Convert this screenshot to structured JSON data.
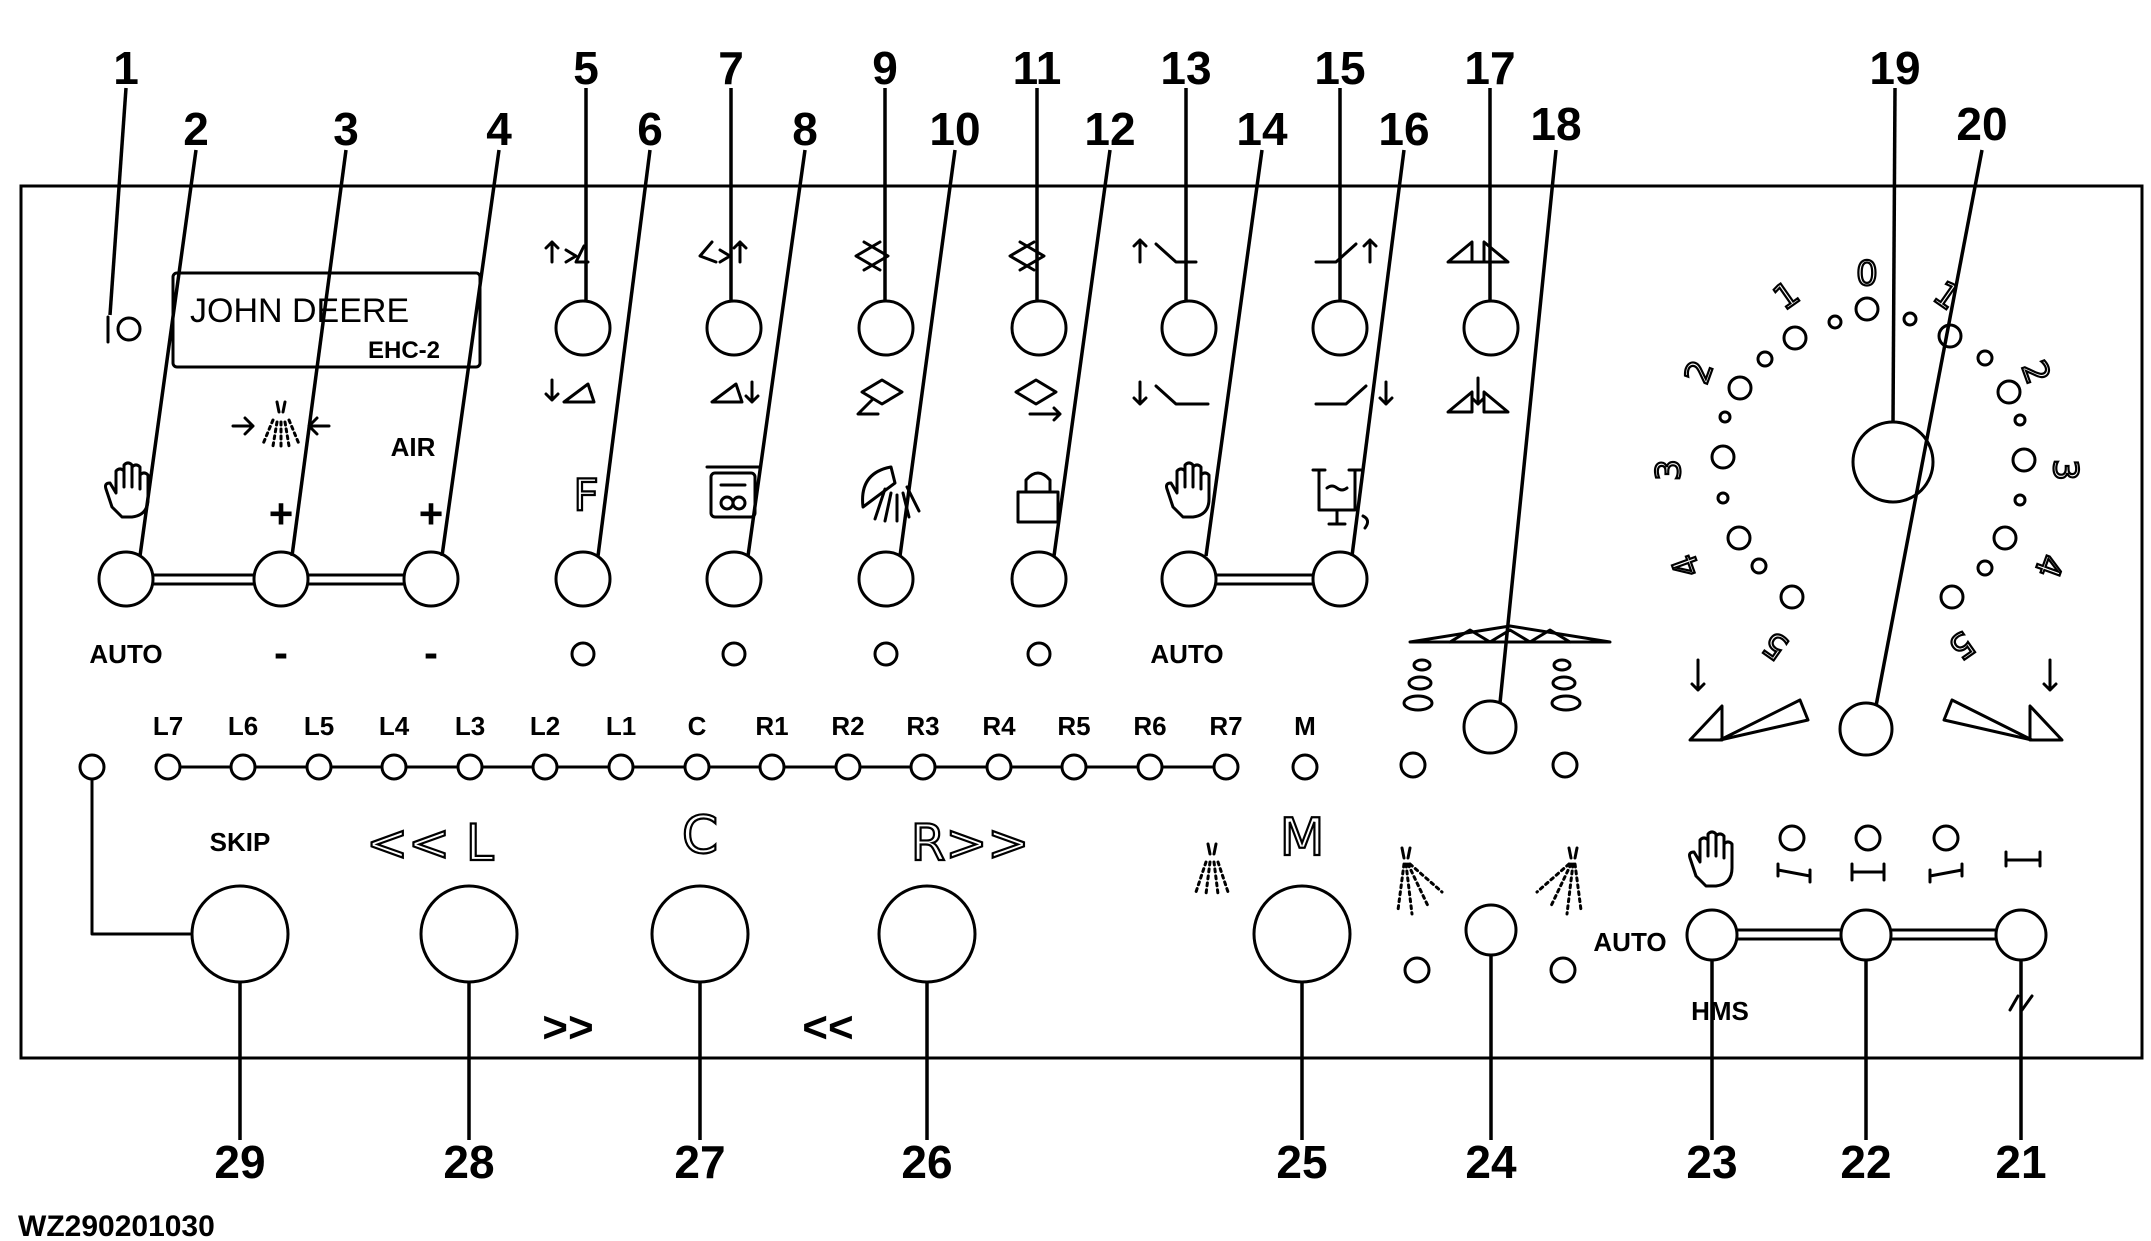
{
  "callouts": [
    "1",
    "2",
    "3",
    "4",
    "5",
    "6",
    "7",
    "8",
    "9",
    "10",
    "11",
    "12",
    "13",
    "14",
    "15",
    "16",
    "17",
    "18",
    "19",
    "20",
    "21",
    "22",
    "23",
    "24",
    "25",
    "26",
    "27",
    "28",
    "29"
  ],
  "figure_id": "WZ290201030",
  "brand": {
    "name": "JOHN DEERE",
    "model": "EHC-2"
  },
  "labels": {
    "auto_left": "AUTO",
    "auto_right": "AUTO",
    "auto_boom": "AUTO",
    "minus": "-",
    "plus": "+",
    "air": "AIR",
    "f": "F",
    "skip": "SKIP",
    "left_shift": "<< L",
    "center": "C",
    "right_shift": "R>>",
    "master": "M",
    "arrows_right": ">>",
    "arrows_left": "<<",
    "hms": "HMS",
    "m_led": "M"
  },
  "sections": [
    "L7",
    "L6",
    "L5",
    "L4",
    "L3",
    "L2",
    "L1",
    "C",
    "R1",
    "R2",
    "R3",
    "R4",
    "R5",
    "R6",
    "R7"
  ],
  "dial_left": [
    "0",
    "1",
    "2",
    "3",
    "4",
    "5"
  ],
  "dial_right": [
    "0",
    "1",
    "2",
    "3",
    "4",
    "5"
  ],
  "icons": {
    "power": "power-icon",
    "hand": "hand-icon",
    "spray_converge": "spray-converge-icon",
    "fold": "boom-fold-icon",
    "tank": "tank-agitator-icon",
    "light": "work-light-icon",
    "lock": "lock-icon",
    "filling": "tank-fill-icon",
    "tilt": "boom-tilt-icon",
    "nozzle": "nozzle-icon"
  }
}
